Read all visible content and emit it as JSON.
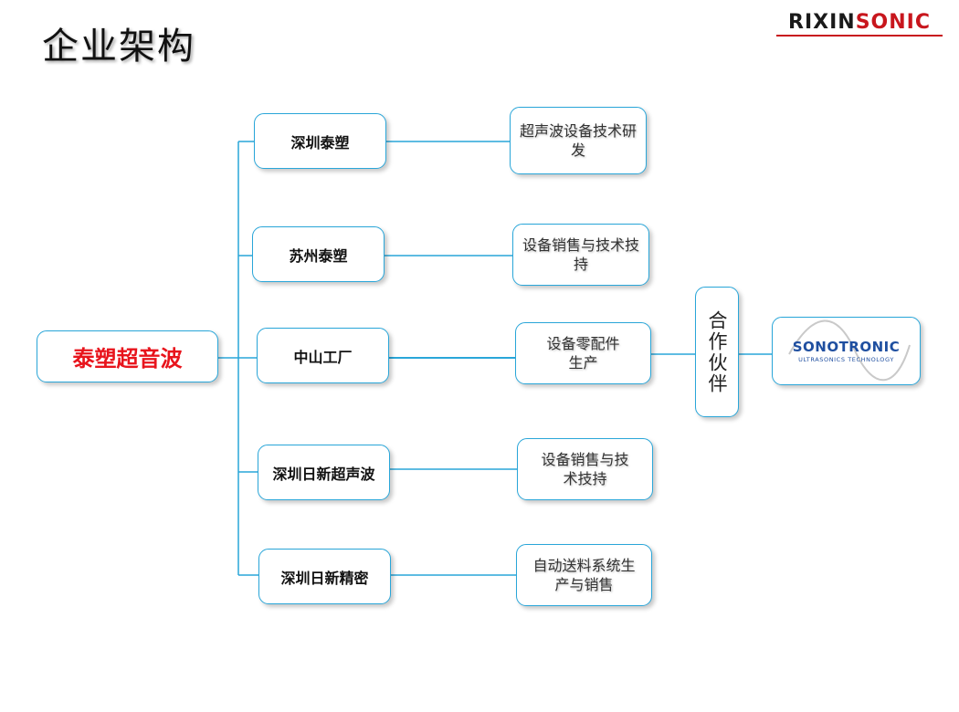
{
  "page": {
    "title": "企业架构"
  },
  "brand": {
    "logo_prefix": "RIXIN",
    "logo_suffix": "SONIC",
    "accent_color": "#c8161d"
  },
  "colors": {
    "line": "#29a6d9",
    "root_text": "#e8141c",
    "partner_logo": "#1f4fa0"
  },
  "org": {
    "root": "泰塑超音波",
    "companies": [
      {
        "name": "深圳泰塑",
        "function": "超声波设备技术研发"
      },
      {
        "name": "苏州泰塑",
        "function": "设备销售与技术技持"
      },
      {
        "name": "中山工厂",
        "function": "设备零配件生产"
      },
      {
        "name": "深圳日新超声波",
        "function": "设备销售与技术技持"
      },
      {
        "name": "深圳日新精密",
        "function": "自动送料系统生产与销售"
      }
    ],
    "partner_label": "合作伙伴",
    "partner": {
      "name": "SONOTRONIC",
      "tagline": "ULTRASONICS TECHNOLOGY"
    }
  }
}
